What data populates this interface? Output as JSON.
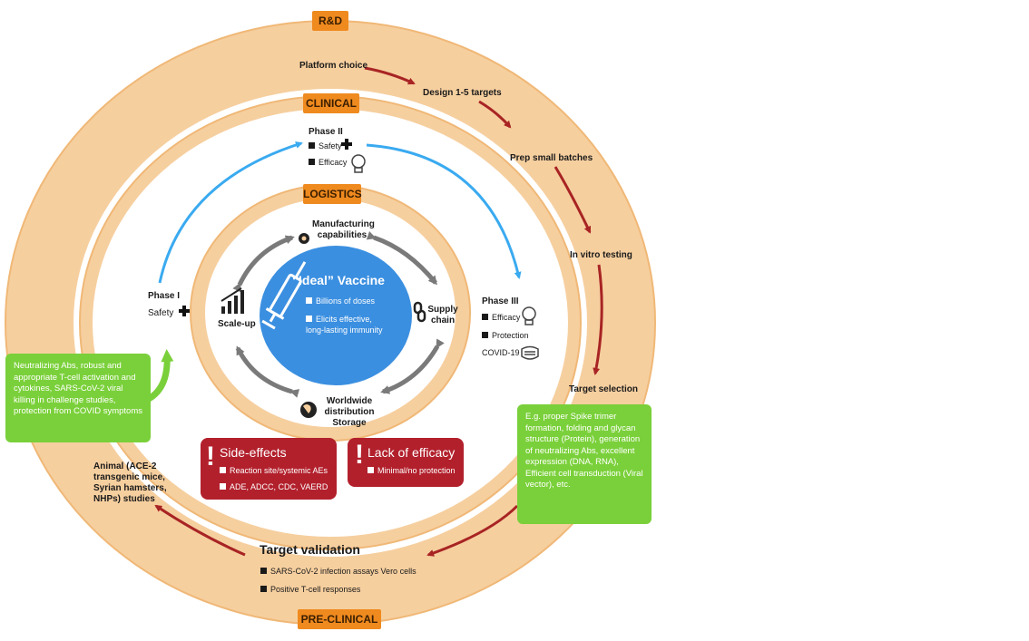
{
  "rings": {
    "rd": "R&D",
    "clinical": "CLINICAL",
    "logistics": "LOGISTICS",
    "preclinical": "PRE-CLINICAL"
  },
  "rd_steps": [
    "Platform choice",
    "Design 1-5 targets",
    "Prep small batches",
    "In vitro testing",
    "Target selection"
  ],
  "green_right": "E.g. proper Spike trimer formation, folding and glycan structure (Protein), generation of neutralizing Abs, excellent expression (DNA, RNA), Efficient cell transduction (Viral vector), etc.",
  "green_left": "Neutralizing Abs, robust and appropriate T-cell activation and cytokines, SARS-CoV-2 viral killing in challenge studies, protection from COVID symptoms",
  "target_validation": {
    "title": "Target validation",
    "items": [
      "SARS-CoV-2 infection assays Vero cells",
      "Positive T-cell responses"
    ]
  },
  "animal": "Animal (ACE-2 transgenic mice, Syrian hamsters, NHPs) studies",
  "phase1": {
    "title": "Phase I",
    "safety": "Safety"
  },
  "phase2": {
    "title": "Phase II",
    "items": [
      "Safety",
      "Efficacy"
    ]
  },
  "phase3": {
    "title": "Phase III",
    "items": [
      "Efficacy",
      "Protection"
    ],
    "covid": "COVID-19"
  },
  "logistics_items": {
    "manufacturing": "Manufacturing capabilities",
    "supply": "Supply chain",
    "distribution": "Worldwide distribution Storage",
    "scaleup": "Scale-up"
  },
  "vaccine": {
    "title": "“Ideal” Vaccine",
    "items": [
      "Billions of doses",
      "Elicits effective, long-lasting immunity"
    ]
  },
  "side_effects": {
    "title": "Side-effects",
    "items": [
      "Reaction site/systemic AEs",
      "ADE, ADCC, CDC, VAERD"
    ]
  },
  "lack_efficacy": {
    "title": "Lack of efficacy",
    "items": [
      "Minimal/no protection"
    ]
  },
  "colors": {
    "ring": "#f6cf9f",
    "ring_edge": "#f0b877",
    "tag": "#ef8a1f",
    "vaccine": "#3b8fe0",
    "green": "#7ad03a",
    "red": "#b2202c",
    "arrow_red": "#a82424",
    "arrow_blue": "#3aaaf0",
    "arrow_grey": "#7a7a7a"
  }
}
